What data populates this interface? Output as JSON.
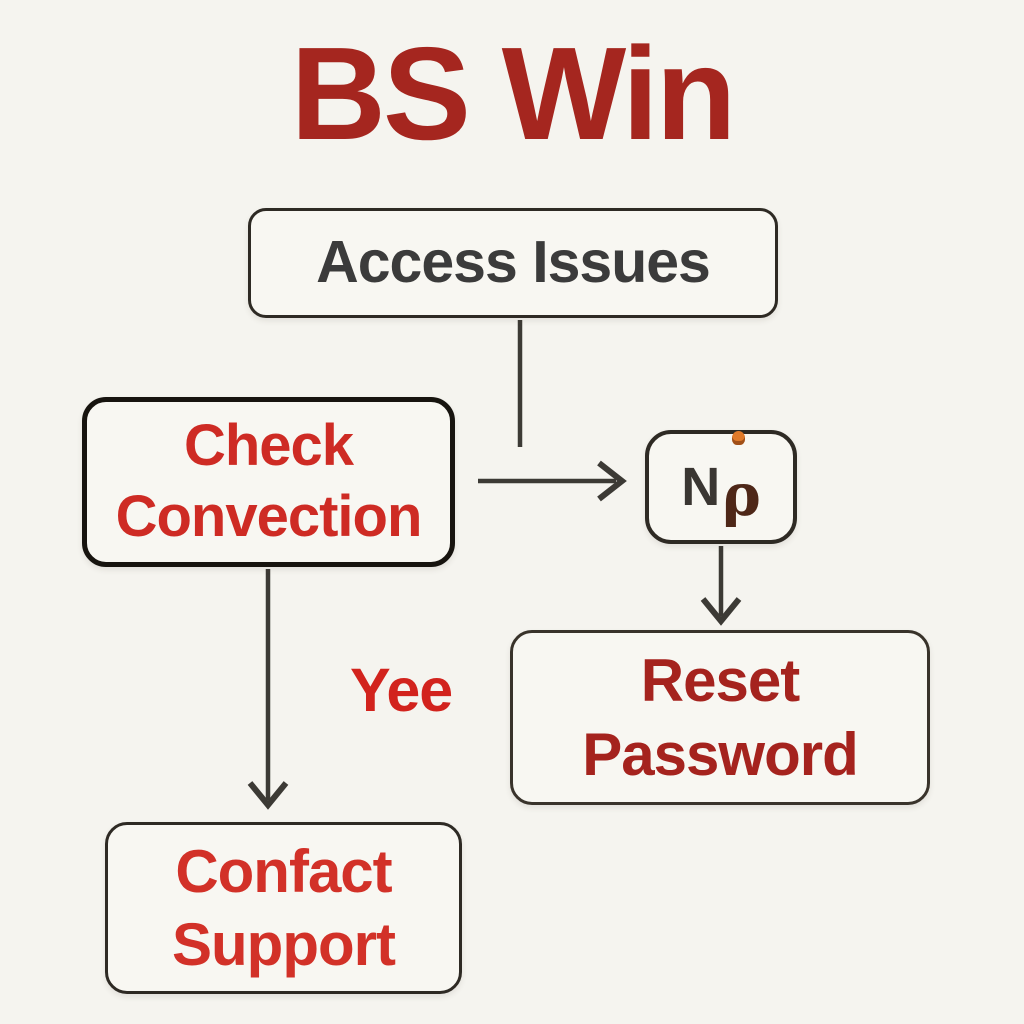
{
  "title": "BS Win",
  "flowchart": {
    "nodes": {
      "access_issues": {
        "label": "Access Issues"
      },
      "check_convection": {
        "line1": "Check",
        "line2": "Convection"
      },
      "no_node": {
        "letter": "N",
        "glyph": "ρ"
      },
      "reset_password": {
        "line1": "Reset",
        "line2": "Password"
      },
      "contact_support": {
        "line1": "Confact",
        "line2": "Support"
      }
    },
    "edge_labels": {
      "yes": "Yee"
    }
  },
  "colors": {
    "background": "#F5F4EF",
    "box_fill": "#F8F7F2",
    "border_dark": "#2E2A24",
    "border_thick": "#17140F",
    "title_red": "#A5261F",
    "bright_red": "#CE2B24",
    "dark_red": "#A5231E",
    "text_dark": "#3B3B3B",
    "arrow": "#3C3A35",
    "glyph_brown": "#4E2718",
    "glyph_orange": "#E07A2A"
  }
}
